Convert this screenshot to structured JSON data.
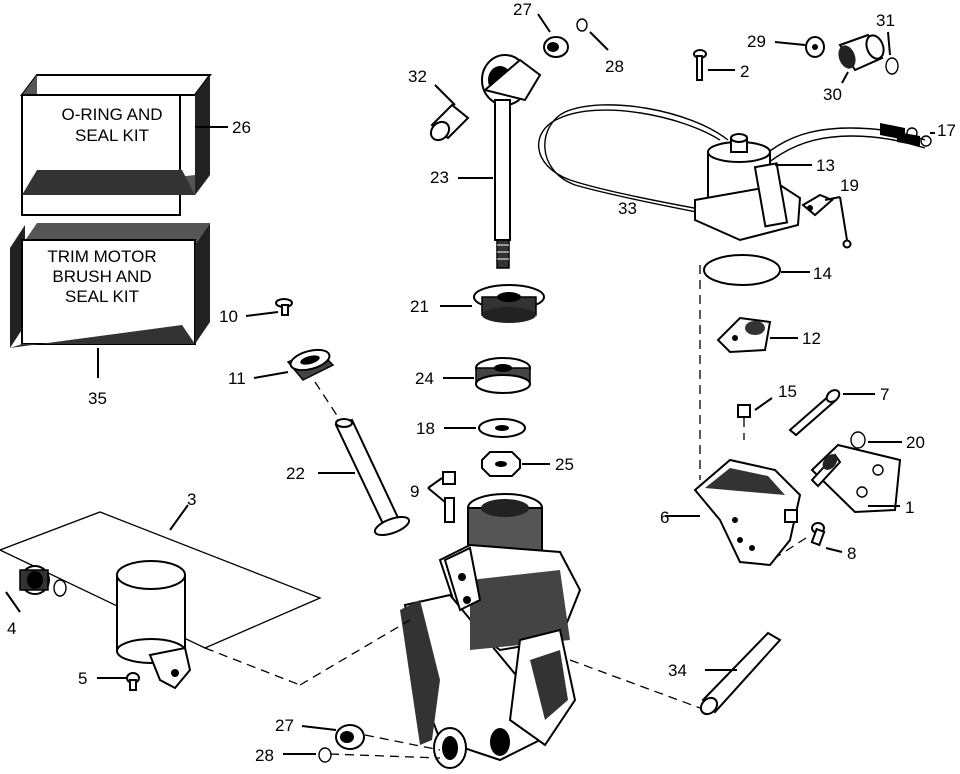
{
  "kits": [
    {
      "id": "26",
      "lines": [
        "O-RING AND",
        "SEAL KIT"
      ]
    },
    {
      "id": "35",
      "lines": [
        "TRIM MOTOR",
        "BRUSH AND",
        "SEAL KIT"
      ]
    }
  ],
  "callouts": {
    "c1": "1",
    "c2": "2",
    "c3": "3",
    "c4": "4",
    "c5": "5",
    "c6": "6",
    "c7": "7",
    "c8": "8",
    "c9": "9",
    "c10": "10",
    "c11": "11",
    "c12": "12",
    "c13": "13",
    "c14": "14",
    "c15": "15",
    "c17": "17",
    "c18": "18",
    "c19": "19",
    "c20": "20",
    "c21": "21",
    "c22": "22",
    "c23": "23",
    "c24": "24",
    "c25": "25",
    "c26": "26",
    "c27a": "27",
    "c27b": "27",
    "c28a": "28",
    "c28b": "28",
    "c29": "29",
    "c30": "30",
    "c31": "31",
    "c32": "32",
    "c33": "33",
    "c34": "34",
    "c35": "35"
  }
}
